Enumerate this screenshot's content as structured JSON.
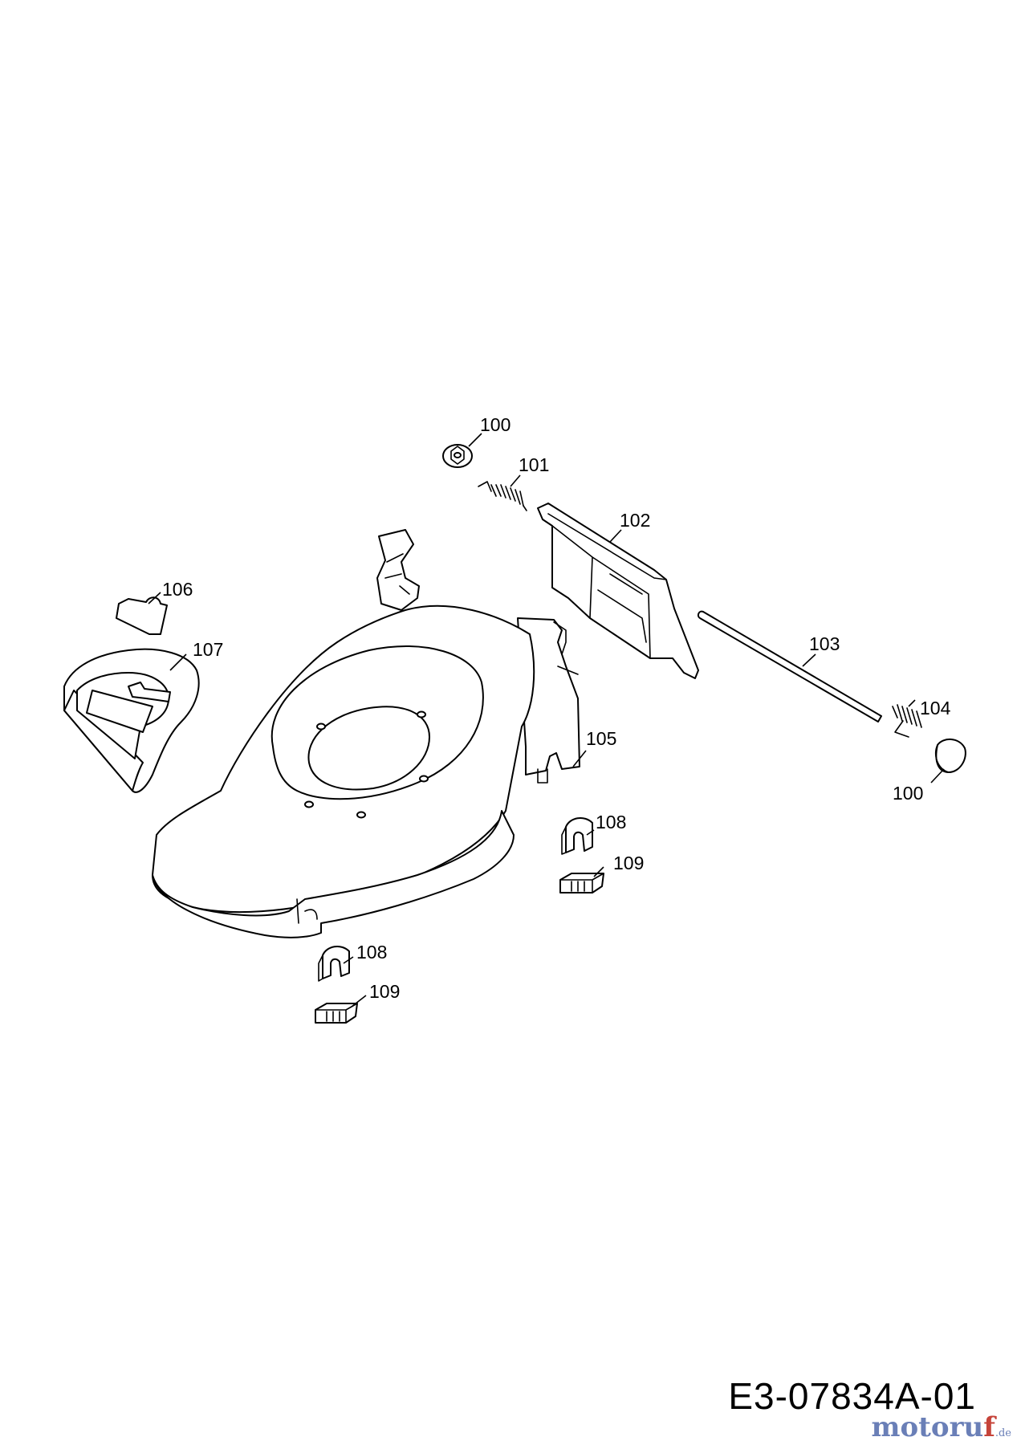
{
  "diagram": {
    "callouts": [
      {
        "id": "c100a",
        "label": "100"
      },
      {
        "id": "c101",
        "label": "101"
      },
      {
        "id": "c102",
        "label": "102"
      },
      {
        "id": "c103",
        "label": "103"
      },
      {
        "id": "c104",
        "label": "104"
      },
      {
        "id": "c100b",
        "label": "100"
      },
      {
        "id": "c105",
        "label": "105"
      },
      {
        "id": "c106",
        "label": "106"
      },
      {
        "id": "c107",
        "label": "107"
      },
      {
        "id": "c108a",
        "label": "108"
      },
      {
        "id": "c109a",
        "label": "109"
      },
      {
        "id": "c108b",
        "label": "108"
      },
      {
        "id": "c109b",
        "label": "109"
      }
    ],
    "drawing_number": "E3-07834A-01",
    "watermark": {
      "brand": "motoruf",
      "accent": "f",
      "suffix": ".de",
      "colors": {
        "primary": "#6a7fb7",
        "accent": "#c6443a"
      }
    }
  }
}
